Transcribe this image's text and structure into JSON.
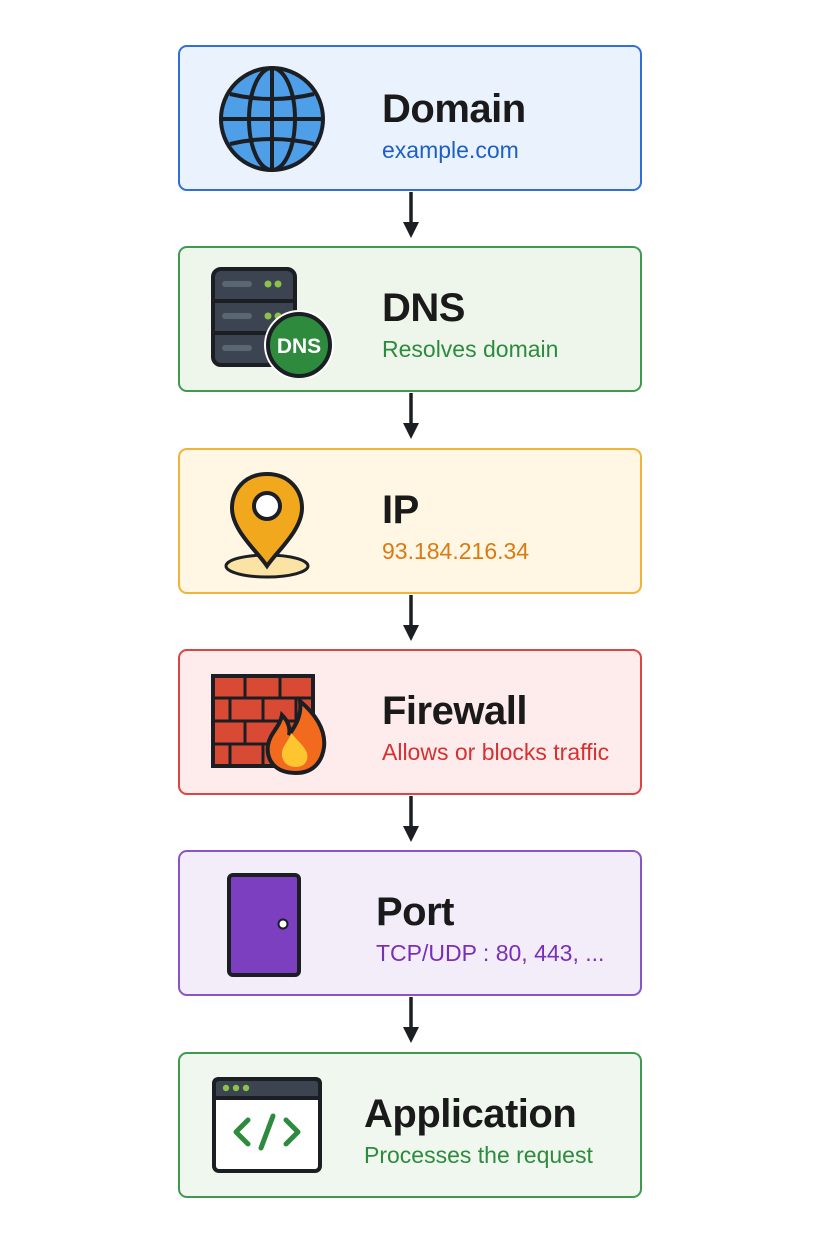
{
  "steps": [
    {
      "title": "Domain",
      "subtitle": "example.com",
      "icon": "globe-icon",
      "border": "#2f6fd6",
      "background": "#eaf2fd",
      "accent": "#1e5fc4"
    },
    {
      "title": "DNS",
      "subtitle": "Resolves domain",
      "icon": "dns-server-icon",
      "badge": "DNS",
      "border": "#3f9a4f",
      "background": "#eef6ec",
      "accent": "#2e8b3e"
    },
    {
      "title": "IP",
      "subtitle": "93.184.216.34",
      "icon": "location-pin-icon",
      "border": "#efb43a",
      "background": "#fff6e4",
      "accent": "#d97a12"
    },
    {
      "title": "Firewall",
      "subtitle": "Allows or blocks traffic",
      "icon": "firewall-icon",
      "border": "#dd4545",
      "background": "#fdeceb",
      "accent": "#d63030"
    },
    {
      "title": "Port",
      "subtitle": "TCP/UDP : 80, 443, ...",
      "icon": "door-icon",
      "border": "#8b54c4",
      "background": "#f3edfa",
      "accent": "#7a2fb8"
    },
    {
      "title": "Application",
      "subtitle": "Processes the request",
      "icon": "code-window-icon",
      "border": "#3f9a4f",
      "background": "#eff7ee",
      "accent": "#2e8b3e"
    }
  ]
}
